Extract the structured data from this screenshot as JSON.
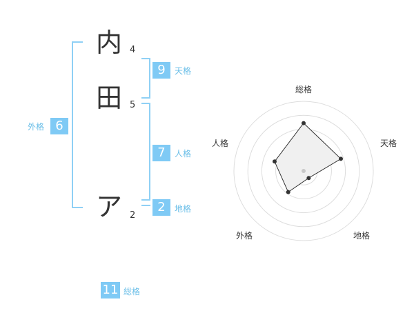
{
  "name_chars": [
    {
      "char": "内",
      "strokes": "4"
    },
    {
      "char": "田",
      "strokes": "5"
    },
    {
      "char": "ア",
      "strokes": "2"
    }
  ],
  "ten": {
    "value": "9",
    "label": "天格"
  },
  "jin": {
    "value": "7",
    "label": "人格"
  },
  "chi": {
    "value": "2",
    "label": "地格"
  },
  "gai": {
    "value": "6",
    "label": "外格"
  },
  "sou": {
    "value": "11",
    "label": "総格"
  },
  "colors": {
    "accent": "#7fcaf5",
    "bracket": "#8fd0f5",
    "label": "#6cbfe8"
  },
  "chart_data": {
    "type": "radar",
    "axes": [
      "総格",
      "天格",
      "地格",
      "外格",
      "人格"
    ],
    "values": [
      11,
      9,
      2,
      6,
      7
    ]
  }
}
